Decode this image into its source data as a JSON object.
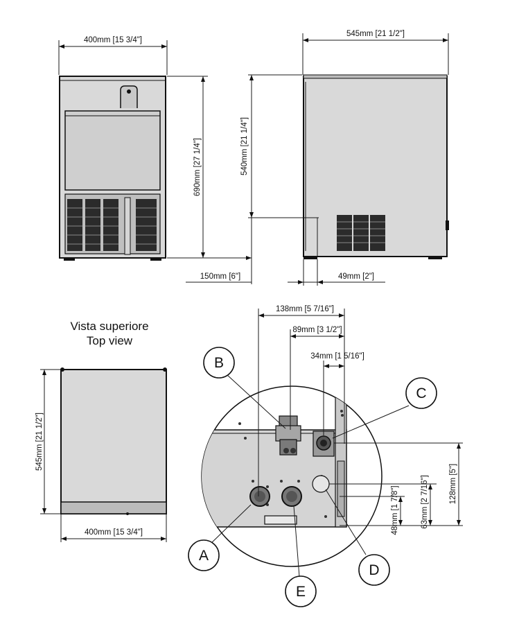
{
  "views": {
    "front": {
      "width_label": "400mm [15 3/4\"]",
      "height_label": "690mm [27 1/4\"]"
    },
    "side": {
      "depth_label": "545mm [21 1/2\"]",
      "height_label": "540mm [21 1/4\"]",
      "offset_label": "150mm [6\"]",
      "foot_label": "49mm [2\"]"
    },
    "top": {
      "title_line1": "Vista superiore",
      "title_line2": "Top view",
      "depth_label": "545mm [21 1/2\"]",
      "width_label": "400mm [15 3/4\"]"
    },
    "detail": {
      "dim_138": "138mm [5 7/16\"]",
      "dim_89": "89mm [3 1/2\"]",
      "dim_34": "34mm [1 5/16\"]",
      "dim_128": "128mm [5\"]",
      "dim_63": "63mm [2 7/16\"]",
      "dim_48": "48mm [1 7/8\"]"
    }
  },
  "callouts": {
    "a": "A",
    "b": "B",
    "c": "C",
    "d": "D",
    "e": "E"
  }
}
